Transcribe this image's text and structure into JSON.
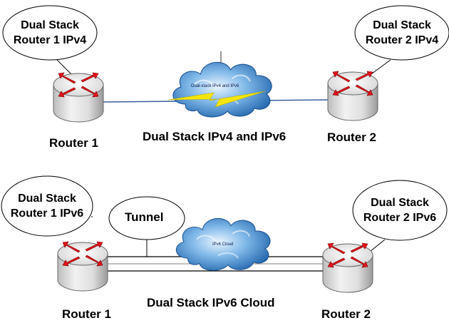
{
  "top": {
    "left_bubble": {
      "line1": "Dual Stack",
      "line2": "Router 1 IPv4"
    },
    "right_bubble": {
      "line1": "Dual Stack",
      "line2": "Router 2 IPv4"
    },
    "router1_label": "Router 1",
    "router2_label": "Router 2",
    "cloud_text": "Dual-stack IPv4 and IPv6",
    "caption": "Dual Stack IPv4 and IPv6"
  },
  "bottom": {
    "left_bubble": {
      "line1": "Dual Stack",
      "line2": "Router 1 IPv6"
    },
    "right_bubble": {
      "line1": "Dual Stack",
      "line2": "Router 2 IPv6"
    },
    "tunnel_label": "Tunnel",
    "router1_label": "Router 1",
    "router2_label": "Router 2",
    "cloud_text": "IPv6 Cloud",
    "caption": "Dual Stack IPv6 Cloud"
  },
  "colors": {
    "router_arrow": "#e0141c",
    "lightning": "#f4e60a",
    "cloud_dark": "#1b5fa8",
    "cloud_light": "#cfe6fa"
  }
}
